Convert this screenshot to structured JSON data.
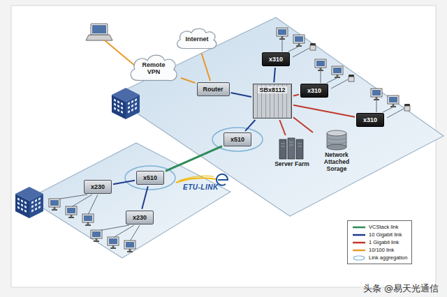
{
  "diagram": {
    "nodes": [
      {
        "text": [
          "Remote VPN"
        ]
      },
      {
        "text": [
          "Internet"
        ]
      },
      {
        "text": [
          "Router"
        ]
      },
      {
        "text": [
          "x310"
        ]
      },
      {
        "text": [
          "SBx8112"
        ]
      },
      {
        "text": [
          "x310"
        ]
      },
      {
        "text": [
          "x310"
        ]
      },
      {
        "text": [
          "x510"
        ]
      },
      {
        "text": [
          "Server Farm"
        ]
      },
      {
        "text": [
          "Network Attached Sorage"
        ]
      },
      {
        "text": [
          "x510"
        ]
      },
      {
        "text": [
          "x230"
        ]
      },
      {
        "text": [
          "x230"
        ]
      }
    ],
    "edges": [
      {
        "from": 0,
        "to": 2,
        "arrow": "none"
      },
      {
        "from": 1,
        "to": 2,
        "arrow": "none"
      },
      {
        "from": 2,
        "to": 4,
        "arrow": "none"
      },
      {
        "from": 4,
        "to": 3,
        "arrow": "none"
      },
      {
        "from": 4,
        "to": 5,
        "arrow": "none"
      },
      {
        "from": 4,
        "to": 6,
        "arrow": "none"
      },
      {
        "from": 4,
        "to": 7,
        "arrow": "none"
      },
      {
        "from": 4,
        "to": 8,
        "arrow": "none"
      },
      {
        "from": 4,
        "to": 9,
        "arrow": "none"
      },
      {
        "from": 7,
        "to": 10,
        "arrow": "none"
      },
      {
        "from": 10,
        "to": 11,
        "arrow": "none"
      },
      {
        "from": 10,
        "to": 12,
        "arrow": "none"
      }
    ],
    "labels": [
      "ETU-LINK",
      "头条 @易天光通信"
    ],
    "legend": [
      {
        "text": "VCStack link",
        "color": "#2e8b57"
      },
      {
        "text": "10 Gigabit link",
        "color": "#1e3c8c"
      },
      {
        "text": "1 Gigabit link",
        "color": "#c0392b"
      },
      {
        "text": "10/100 link",
        "color": "#e89a2c"
      },
      {
        "text": "Link aggregation"
      }
    ]
  }
}
